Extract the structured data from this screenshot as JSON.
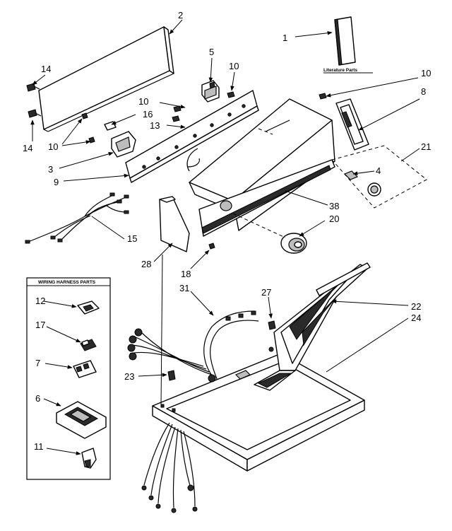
{
  "labels": {
    "literature_parts": "Literature Parts",
    "wiring_harness_parts": "WIRING HARNESS PARTS"
  },
  "callouts": {
    "c1": "1",
    "c2": "2",
    "c3": "3",
    "c4": "4",
    "c5": "5",
    "c6": "6",
    "c7": "7",
    "c8": "8",
    "c9": "9",
    "c10a": "10",
    "c10b": "10",
    "c10c": "10",
    "c10d": "10",
    "c11": "11",
    "c12": "12",
    "c13": "13",
    "c14a": "14",
    "c14b": "14",
    "c15": "15",
    "c16": "16",
    "c17": "17",
    "c18": "18",
    "c20": "20",
    "c21": "21",
    "c22": "22",
    "c23": "23",
    "c24": "24",
    "c27": "27",
    "c28": "28",
    "c31": "31",
    "c38": "38"
  }
}
